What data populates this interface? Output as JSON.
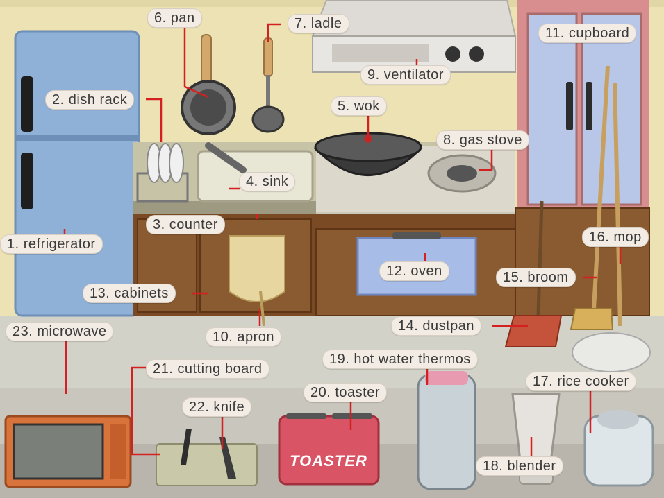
{
  "labels": {
    "refrigerator": "1. refrigerator",
    "dish_rack": "2. dish rack",
    "counter": "3. counter",
    "sink": "4. sink",
    "wok": "5. wok",
    "pan": "6. pan",
    "ladle": "7. ladle",
    "gas_stove": "8. gas stove",
    "ventilator": "9. ventilator",
    "apron": "10. apron",
    "cupboard": "11. cupboard",
    "oven": "12. oven",
    "cabinets": "13. cabinets",
    "dustpan": "14. dustpan",
    "broom": "15. broom",
    "mop": "16. mop",
    "rice_cooker": "17. rice cooker",
    "blender": "18. blender",
    "hot_water_thermos": "19. hot water thermos",
    "toaster": "20. toaster",
    "cutting_board": "21. cutting board",
    "knife": "22. knife",
    "microwave": "23. microwave"
  },
  "toaster_text": "TOASTER",
  "colors": {
    "wall": "#ece2b4",
    "leader_line": "#d42020",
    "cabinet_wood": "#7a4a24",
    "refrigerator": "#8fb1d8",
    "cupboard": "#d88e8e",
    "toaster_red": "#d95565",
    "microwave_orange": "#d8733b"
  }
}
